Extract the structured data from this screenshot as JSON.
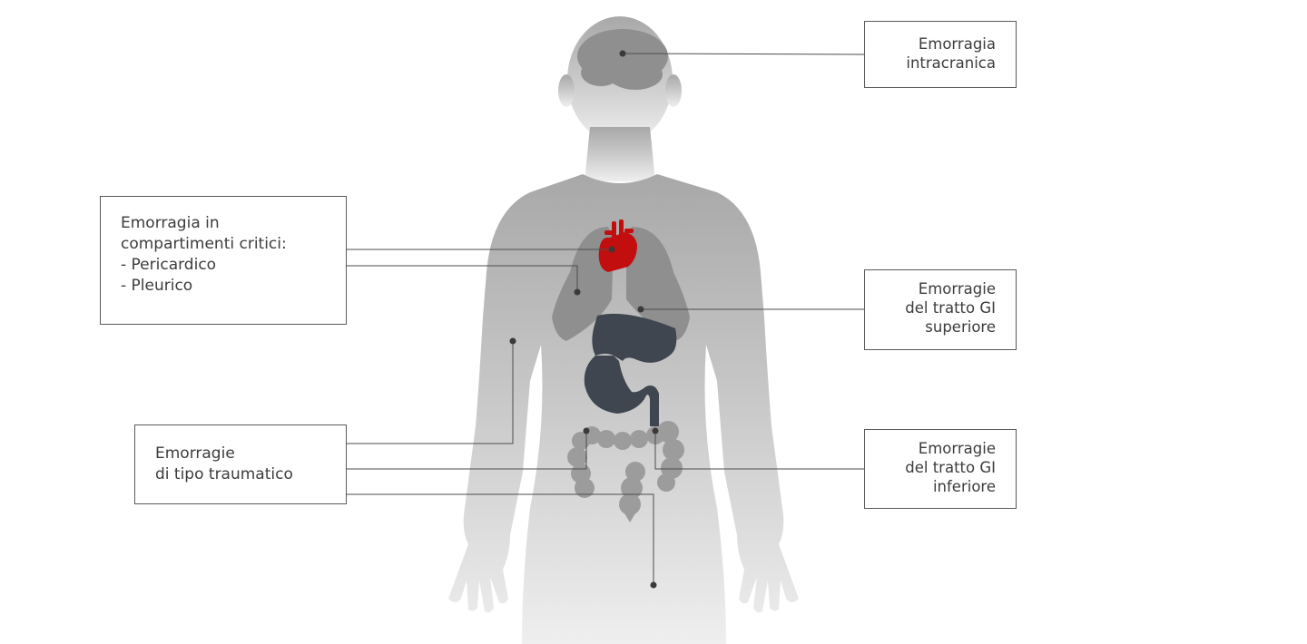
{
  "labels": {
    "intracranica": [
      "Emorragia",
      "intracranica"
    ],
    "critici": [
      "Emorragia in",
      "compartimenti critici:",
      "- Pericardico",
      "- Pleurico"
    ],
    "superiore": [
      "Emorragie",
      "del tratto GI",
      "superiore"
    ],
    "traumatico": [
      "Emorragie",
      "di tipo traumatico"
    ],
    "inferiore": [
      "Emorragie",
      "del tratto GI",
      "inferiore"
    ]
  },
  "colors": {
    "body_top": "#a9a9a9",
    "body_bottom": "#ececec",
    "organs": "#8f8f8f",
    "digestive": "#3f4650",
    "intestine": "#9c9c9c",
    "heart": "#c20e0e",
    "leader_line": "#4d4d4d"
  }
}
